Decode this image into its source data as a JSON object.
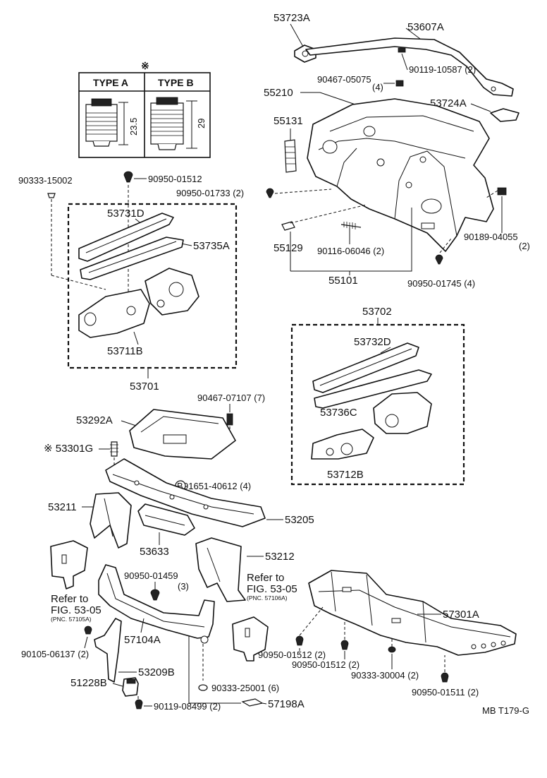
{
  "figure_code": "MB T179-G",
  "type_legend": {
    "symbol": "※",
    "type_a": {
      "label": "TYPE A",
      "dimension": "23.5"
    },
    "type_b": {
      "label": "TYPE B",
      "dimension": "29"
    }
  },
  "refer_notes": [
    {
      "line1": "Refer to",
      "line2": "FIG. 53-05",
      "pnc": "(PNC. 57105A)"
    },
    {
      "line1": "Refer to",
      "line2": "FIG. 53-05",
      "pnc": "(PNC. 57106A)"
    }
  ],
  "circle_marker": "B",
  "labels": {
    "p53723A": "53723A",
    "p53607A": "53607A",
    "p90119_10587": "90119-10587 (2)",
    "p90467_05075": "90467-05075",
    "p90467_05075q": "(4)",
    "p55210": "55210",
    "p53724A": "53724A",
    "p55131": "55131",
    "p90950_01733": "90950-01733 (2)",
    "p90189_04055": "90189-04055",
    "p90189_04055q": "(2)",
    "p55129": "55129",
    "p90116_06046": "90116-06046 (2)",
    "p55101": "55101",
    "p90950_01745": "90950-01745 (4)",
    "p90333_15002": "90333-15002",
    "p90950_01512a": "90950-01512",
    "p53731D": "53731D",
    "p53735A": "53735A",
    "p53711B": "53711B",
    "p53701": "53701",
    "p53702": "53702",
    "p53732D": "53732D",
    "p53736C": "53736C",
    "p53712B": "53712B",
    "p90467_07107": "90467-07107 (7)",
    "p53292A": "53292A",
    "p53301G": "※ 53301G",
    "p91651_40612": "91651-40612 (4)",
    "p53211": "53211",
    "p53205": "53205",
    "p53633": "53633",
    "p53212": "53212",
    "p90950_01459": "90950-01459",
    "p90950_01459q": "(3)",
    "p57104A": "57104A",
    "p57301A": "57301A",
    "p90105_06137": "90105-06137 (2)",
    "p53209B": "53209B",
    "p51228B": "51228B",
    "p90119_08499": "90119-08499 (2)",
    "p90333_25001": "90333-25001 (6)",
    "p57198A": "57198A",
    "p90950_01512b": "90950-01512 (2)",
    "p90950_01512c": "90950-01512 (2)",
    "p90333_30004": "90333-30004 (2)",
    "p90950_01511": "90950-01511 (2)"
  }
}
